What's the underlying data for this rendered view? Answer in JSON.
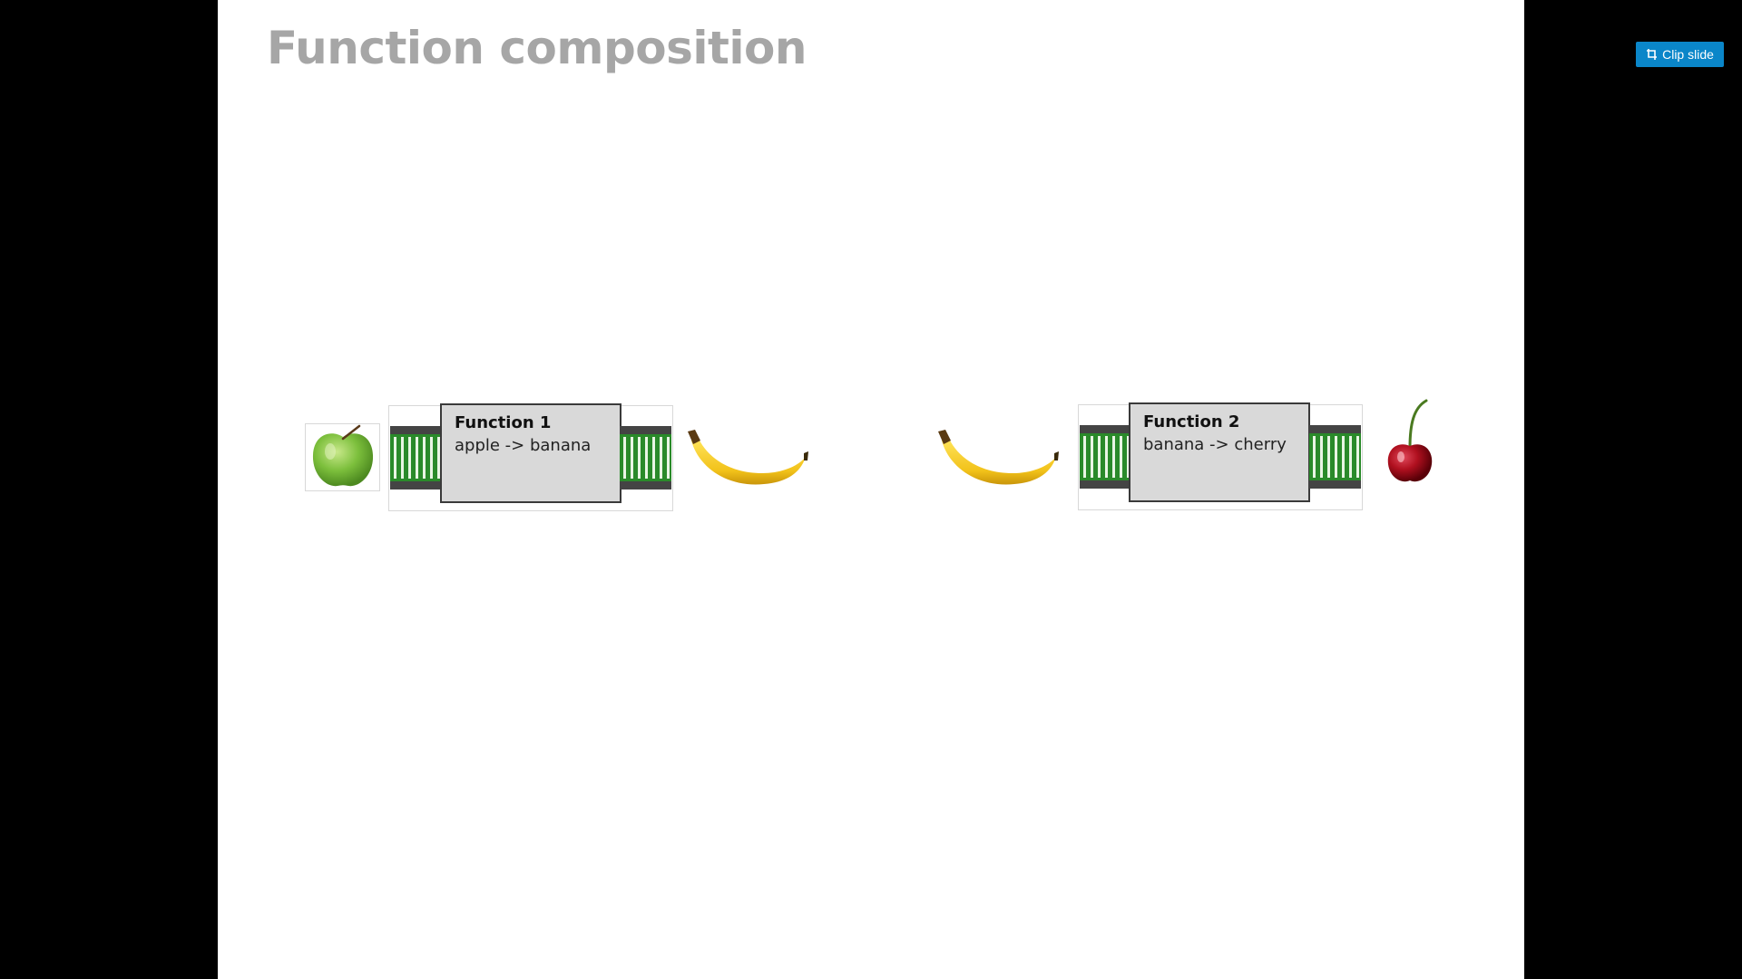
{
  "slide": {
    "title": "Function composition"
  },
  "toolbar": {
    "clip_label": "Clip slide",
    "clip_icon": "clip-icon"
  },
  "diagram": {
    "function1": {
      "name": "Function 1",
      "signature": "apple -> banana",
      "input": "apple-icon",
      "output": "banana-icon"
    },
    "function2": {
      "name": "Function 2",
      "signature": "banana -> cherry",
      "input": "banana-icon",
      "output": "cherry-icon"
    },
    "colors": {
      "belt_green": "#2a8a2a",
      "belt_dark": "#444444",
      "box_fill": "#d9d9d9",
      "title_gray": "#a6a6a6",
      "button_blue": "#0a86c9"
    }
  }
}
